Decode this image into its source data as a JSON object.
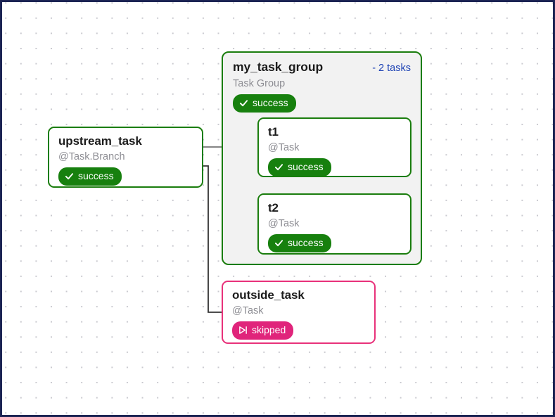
{
  "canvas": {
    "background_color": "#ffffff",
    "dot_grid_color": "#c9c9cf",
    "frame_border_color": "#1c2454"
  },
  "colors": {
    "success_green": "#17800e",
    "node_border_green": "#1a7d0d",
    "skipped_pink": "#e0247b",
    "node_border_pink": "#e8317a",
    "link_blue": "#1e43b5",
    "muted_text": "#8d8d93",
    "title_text": "#1c1c1c",
    "group_fill": "#f2f2f2",
    "edge_gray": "#888888",
    "edge_dark": "#333333"
  },
  "graph": {
    "task_group": {
      "title": "my_task_group",
      "subtitle": "Task Group",
      "toggle_label": "- 2 tasks",
      "status": {
        "label": "success",
        "icon": "check-icon",
        "color": "#17800e"
      },
      "children": [
        {
          "title": "t1",
          "type": "@Task",
          "status": {
            "label": "success",
            "icon": "check-icon",
            "color": "#17800e"
          }
        },
        {
          "title": "t2",
          "type": "@Task",
          "status": {
            "label": "success",
            "icon": "check-icon",
            "color": "#17800e"
          }
        }
      ]
    },
    "upstream_task": {
      "title": "upstream_task",
      "type": "@Task.Branch",
      "status": {
        "label": "success",
        "icon": "check-icon",
        "color": "#17800e"
      }
    },
    "outside_task": {
      "title": "outside_task",
      "type": "@Task",
      "status": {
        "label": "skipped",
        "icon": "skip-forward-icon",
        "color": "#e0247b"
      }
    }
  }
}
